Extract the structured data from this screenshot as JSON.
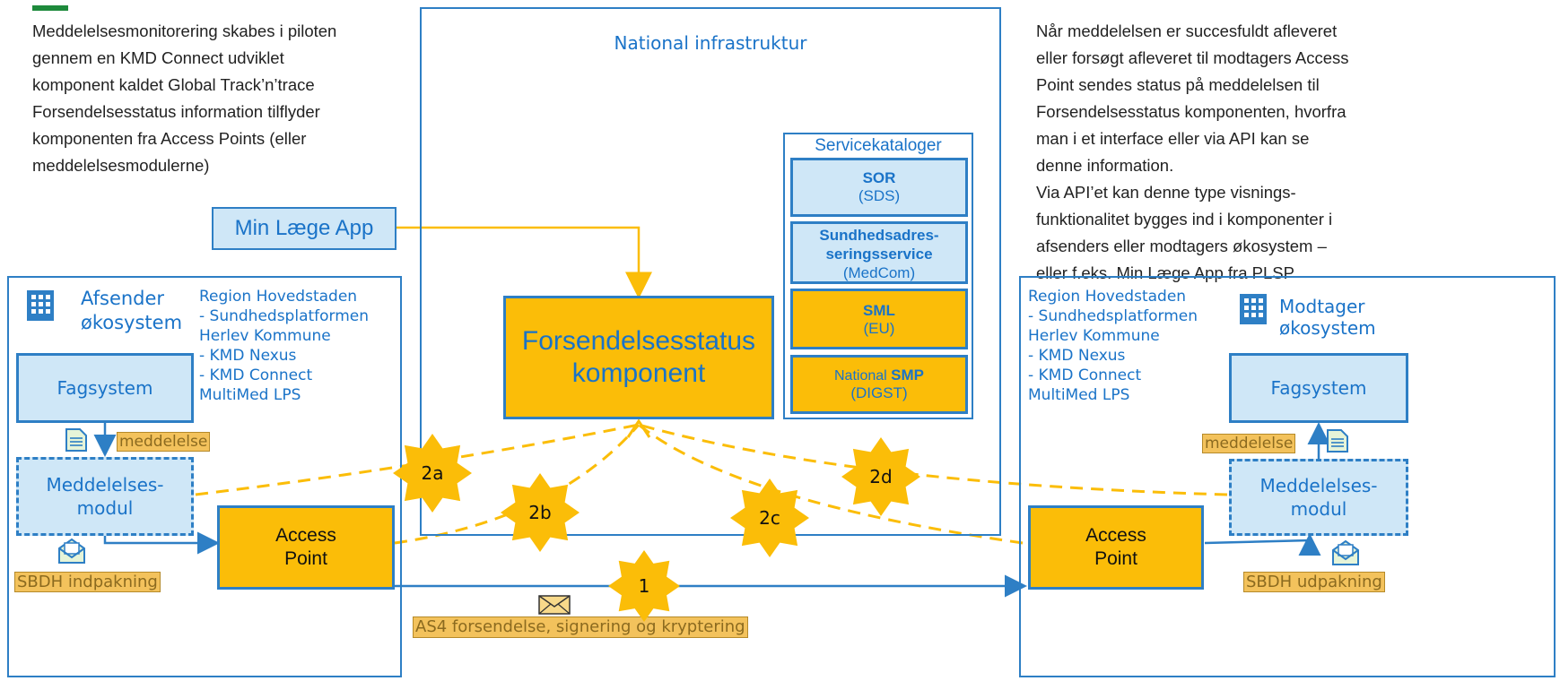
{
  "left_note": [
    "Meddelelsesmonitorering skabes i piloten",
    "gennem en KMD Connect udviklet",
    "komponent kaldet Global Track’n’trace",
    "Forsendelsesstatus information tilflyder",
    "komponenten fra Access Points (eller",
    "meddelelsesmodulerne)"
  ],
  "right_note": [
    "Når meddelelsen er succesfuldt afleveret",
    "eller forsøgt afleveret til modtagers Access",
    "Point sendes status på meddelelsen til",
    "Forsendelsesstatus komponenten, hvorfra",
    "man i et interface eller via API kan se",
    "denne information.",
    "Via API’et kan denne type visnings-",
    "funktionalitet bygges ind i komponenter i",
    "afsenders eller modtagers økosystem –",
    "eller f.eks. Min Læge App fra PLSP"
  ],
  "national_title": "National infrastruktur",
  "min_laege_app": "Min Læge App",
  "forsendelse": {
    "line1": "Forsendelsesstatus",
    "line2": "komponent"
  },
  "servicekataloger": {
    "title": "Servicekataloger",
    "sor": {
      "name": "SOR",
      "sub": "(SDS)"
    },
    "sundhed": {
      "line1": "Sundhedsadres-",
      "line2": "seringsservice",
      "sub": "(MedCom)"
    },
    "sml": {
      "name": "SML",
      "sub": "(EU)"
    },
    "smp": {
      "prefix": "National ",
      "name": "SMP",
      "sub": "(DIGST)"
    }
  },
  "sender": {
    "title1": "Afsender",
    "title2": "økosystem",
    "orgs": [
      "Region Hovedstaden",
      "- Sundhedsplatformen",
      "Herlev Kommune",
      "- KMD Nexus",
      "- KMD Connect",
      "MultiMed LPS"
    ],
    "fagsystem": "Fagsystem",
    "meddelelse": "meddelelse",
    "modul1": "Meddelelses-",
    "modul2": "modul",
    "sbdh": "SBDH indpakning",
    "ap1": "Access",
    "ap2": "Point"
  },
  "receiver": {
    "title1": "Modtager",
    "title2": "økosystem",
    "orgs": [
      "Region Hovedstaden",
      "- Sundhedsplatformen",
      "Herlev Kommune",
      "- KMD Nexus",
      "- KMD Connect",
      "MultiMed LPS"
    ],
    "fagsystem": "Fagsystem",
    "meddelelse": "meddelelse",
    "modul1": "Meddelelses-",
    "modul2": "modul",
    "sbdh": "SBDH udpakning",
    "ap1": "Access",
    "ap2": "Point"
  },
  "as4_label": "AS4 forsendelse, signering og kryptering",
  "stars": {
    "s1": "1",
    "s2a": "2a",
    "s2b": "2b",
    "s2c": "2c",
    "s2d": "2d"
  },
  "colors": {
    "blue": "#2e7fc5",
    "gold": "#fbbd08",
    "light": "#cfe7f7",
    "green": "#1e8a3c"
  }
}
